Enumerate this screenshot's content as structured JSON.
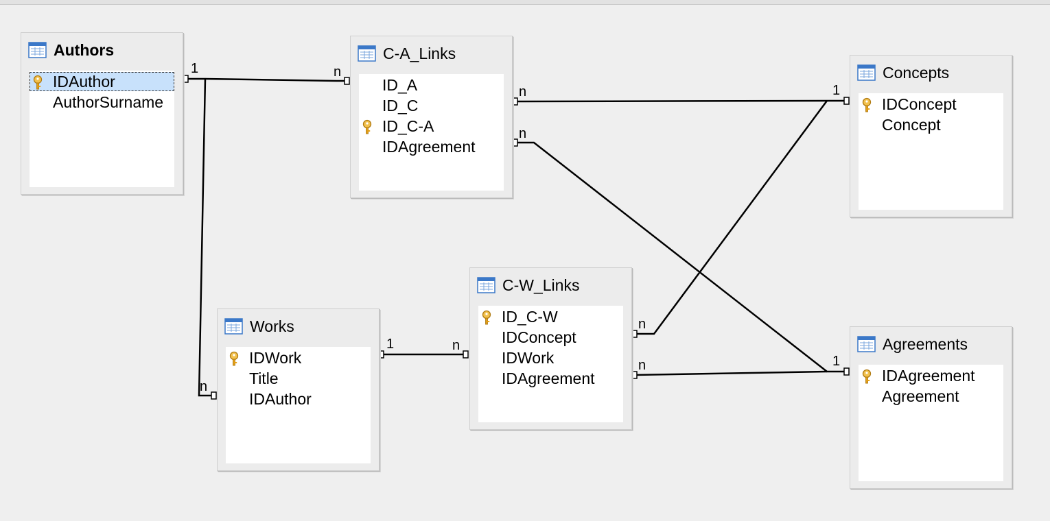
{
  "tables": [
    {
      "id": "authors",
      "title": "Authors",
      "bold": true,
      "fields": [
        {
          "name": "IDAuthor",
          "key": true,
          "selected": true
        },
        {
          "name": "AuthorSurname",
          "key": false,
          "selected": false
        }
      ]
    },
    {
      "id": "ca_links",
      "title": "C-A_Links",
      "bold": false,
      "fields": [
        {
          "name": "ID_A",
          "key": false,
          "selected": false
        },
        {
          "name": "ID_C",
          "key": false,
          "selected": false
        },
        {
          "name": "ID_C-A",
          "key": true,
          "selected": false
        },
        {
          "name": "IDAgreement",
          "key": false,
          "selected": false
        }
      ]
    },
    {
      "id": "concepts",
      "title": "Concepts",
      "bold": false,
      "fields": [
        {
          "name": "IDConcept",
          "key": true,
          "selected": false
        },
        {
          "name": "Concept",
          "key": false,
          "selected": false
        }
      ]
    },
    {
      "id": "works",
      "title": "Works",
      "bold": false,
      "fields": [
        {
          "name": "IDWork",
          "key": true,
          "selected": false
        },
        {
          "name": "Title",
          "key": false,
          "selected": false
        },
        {
          "name": "IDAuthor",
          "key": false,
          "selected": false
        }
      ]
    },
    {
      "id": "cw_links",
      "title": "C-W_Links",
      "bold": false,
      "fields": [
        {
          "name": "ID_C-W",
          "key": true,
          "selected": false
        },
        {
          "name": "IDConcept",
          "key": false,
          "selected": false
        },
        {
          "name": "IDWork",
          "key": false,
          "selected": false
        },
        {
          "name": "IDAgreement",
          "key": false,
          "selected": false
        }
      ]
    },
    {
      "id": "agreements",
      "title": "Agreements",
      "bold": false,
      "fields": [
        {
          "name": "IDAgreement",
          "key": true,
          "selected": false
        },
        {
          "name": "Agreement",
          "key": false,
          "selected": false
        }
      ]
    }
  ],
  "relationships": [
    {
      "from": "Authors.IDAuthor",
      "to": "C-A_Links.ID_A",
      "from_card": "1",
      "to_card": "n"
    },
    {
      "from": "Authors.IDAuthor",
      "to": "Works.IDAuthor",
      "from_card": "1",
      "to_card": "n"
    },
    {
      "from": "Concepts.IDConcept",
      "to": "C-A_Links.ID_C",
      "from_card": "1",
      "to_card": "n"
    },
    {
      "from": "Agreements.IDAgreement",
      "to": "C-A_Links.IDAgreement",
      "from_card": "1",
      "to_card": "n"
    },
    {
      "from": "Works.IDWork",
      "to": "C-W_Links.IDWork",
      "from_card": "1",
      "to_card": "n"
    },
    {
      "from": "Concepts.IDConcept",
      "to": "C-W_Links.IDConcept",
      "from_card": "1",
      "to_card": "n"
    },
    {
      "from": "Agreements.IDAgreement",
      "to": "C-W_Links.IDAgreement",
      "from_card": "1",
      "to_card": "n"
    }
  ],
  "icons": {
    "table": "table-icon",
    "key": "primary-key-icon"
  },
  "colors": {
    "selection": "#c8e1fb",
    "key": "#e8a317",
    "icon_blue": "#3b78c8"
  }
}
